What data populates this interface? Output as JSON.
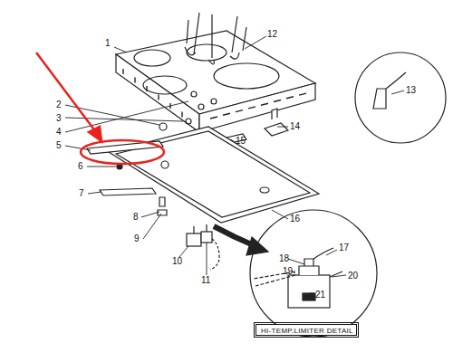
{
  "diagram": {
    "nodes": [
      {
        "text": [
          "HI-TEMP.LIMITER DETAIL"
        ]
      }
    ],
    "labels": [
      "1",
      "12",
      "13",
      "14",
      "2",
      "3",
      "4",
      "5",
      "6",
      "15",
      "7",
      "8",
      "9",
      "16",
      "10",
      "11",
      "17",
      "18",
      "19",
      "20",
      "21"
    ]
  }
}
